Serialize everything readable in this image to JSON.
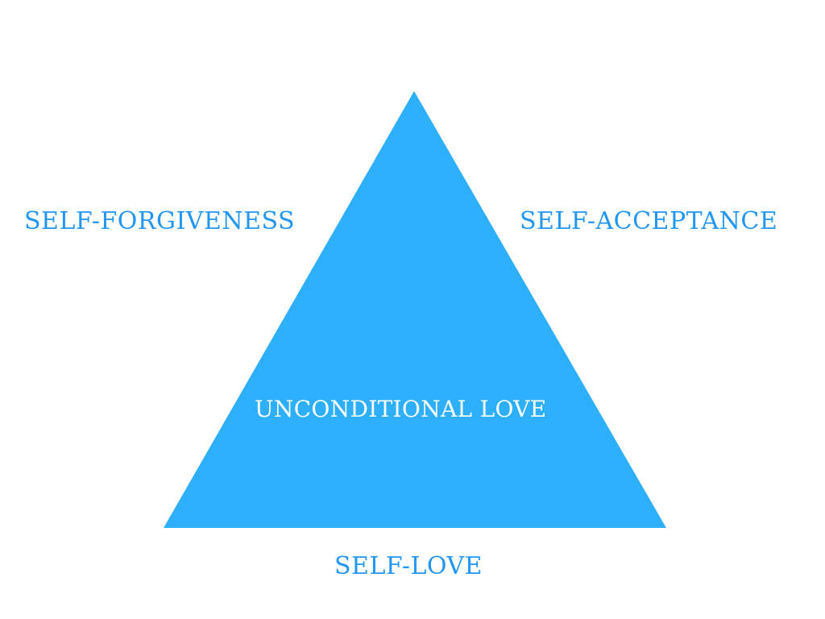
{
  "diagram": {
    "center_text": "UNCONDITIONAL LOVE",
    "sides": {
      "left": "SELF-FORGIVENESS",
      "right": "SELF-ACCEPTANCE",
      "bottom": "SELF-LOVE"
    }
  },
  "colors": {
    "triangle_fill": "#2eaffc",
    "label_text": "#2196f3",
    "center_text": "#ffffff",
    "background": "#ffffff"
  }
}
